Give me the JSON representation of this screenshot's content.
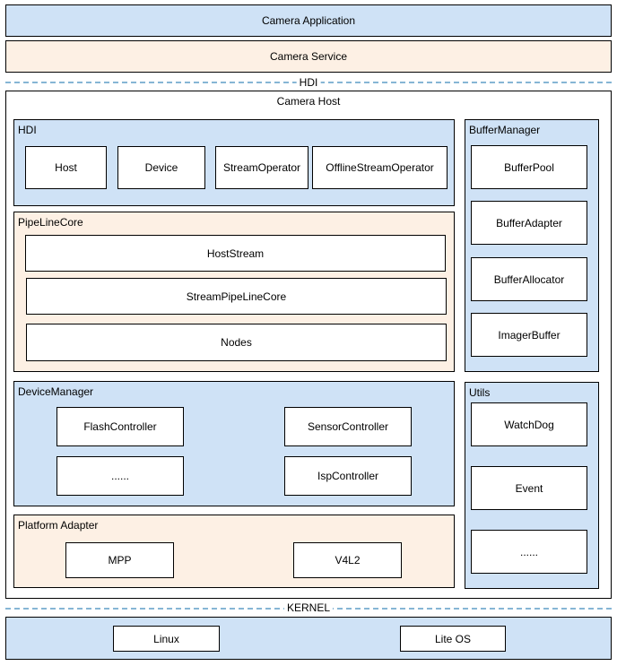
{
  "layers": {
    "camera_application": "Camera Application",
    "camera_service": "Camera Service",
    "hdi_separator": "HDI",
    "kernel_separator": "KERNEL"
  },
  "camera_host": {
    "title": "Camera Host",
    "hdi": {
      "title": "HDI",
      "items": [
        "Host",
        "Device",
        "StreamOperator",
        "OfflineStreamOperator"
      ]
    },
    "pipeline_core": {
      "title": "PipeLineCore",
      "items": [
        "HostStream",
        "StreamPipeLineCore",
        "Nodes"
      ]
    },
    "device_manager": {
      "title": "DeviceManager",
      "items": [
        "FlashController",
        "SensorController",
        "......",
        "IspController"
      ]
    },
    "platform_adapter": {
      "title": "Platform Adapter",
      "items": [
        "MPP",
        "V4L2"
      ]
    },
    "buffer_manager": {
      "title": "BufferManager",
      "items": [
        "BufferPool",
        "BufferAdapter",
        "BufferAllocator",
        "ImagerBuffer"
      ]
    },
    "utils": {
      "title": "Utils",
      "items": [
        "WatchDog",
        "Event",
        "......"
      ]
    }
  },
  "kernel": {
    "items": [
      "Linux",
      "Lite OS"
    ]
  },
  "colors": {
    "blue_fill": "#cfe2f6",
    "peach_fill": "#fdf0e4",
    "dashed_line": "#86b6d5"
  }
}
